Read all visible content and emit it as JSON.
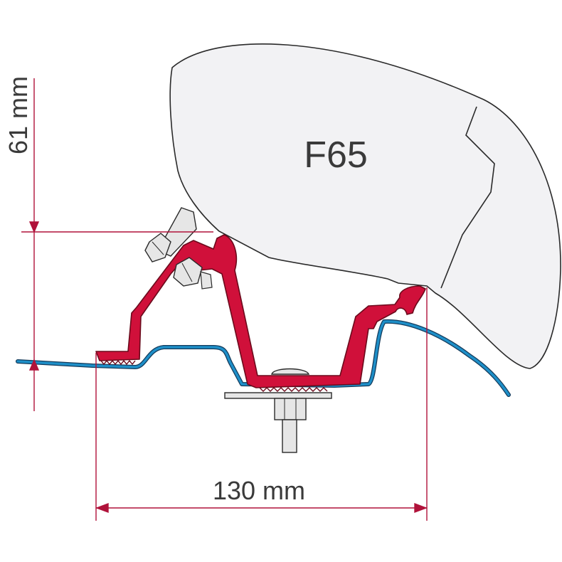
{
  "awning": {
    "model_label": "F65"
  },
  "dimensions": {
    "height_label": "61 mm",
    "width_label": "130 mm"
  },
  "colors": {
    "bracket": "#d0103a",
    "bracket_outline": "#6b0a1c",
    "roof_profile": "#1e8fc8",
    "roof_outline": "#143a5a",
    "awning_fill": "#f2f2f4",
    "dimension_line": "#b0123a",
    "hardware": "#e6e6e6",
    "outline": "#2a2a2a"
  }
}
